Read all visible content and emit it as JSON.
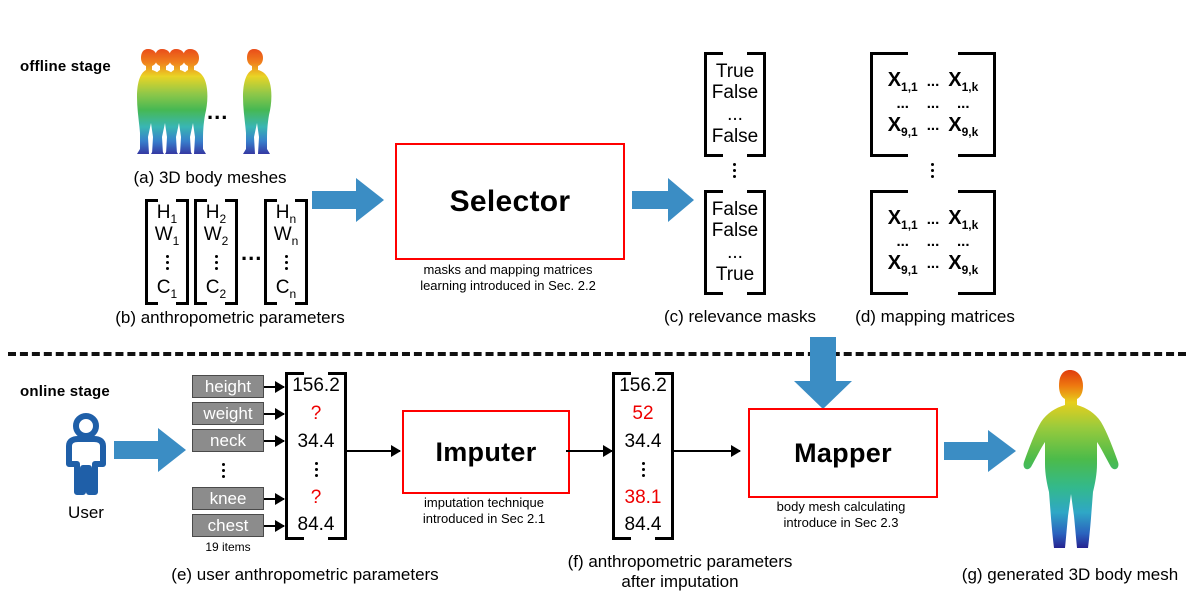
{
  "stages": {
    "offline_label": "offline stage",
    "online_label": "online stage"
  },
  "offline": {
    "meshes": {
      "caption": "(a) 3D body meshes",
      "ellipsis": "..."
    },
    "params": {
      "caption": "(b) anthropometric parameters",
      "ellipsis": "...",
      "columns": [
        {
          "top": "H",
          "topsub": "1",
          "mid": "W",
          "midsub": "1",
          "bottom": "C",
          "bottomsub": "1"
        },
        {
          "top": "H",
          "topsub": "2",
          "mid": "W",
          "midsub": "2",
          "bottom": "C",
          "bottomsub": "2"
        },
        {
          "top": "H",
          "topsub": "n",
          "mid": "W",
          "midsub": "n",
          "bottom": "C",
          "bottomsub": "n"
        }
      ]
    },
    "selector": {
      "title": "Selector",
      "note_line1": "masks and mapping matrices",
      "note_line2": "learning introduced in Sec. 2.2"
    },
    "masks": {
      "caption": "(c) relevance masks",
      "top_box": [
        "True",
        "False",
        "...",
        "False"
      ],
      "bottom_box": [
        "False",
        "False",
        "...",
        "True"
      ]
    },
    "matrices": {
      "caption": "(d) mapping matrices",
      "rows": [
        [
          "X",
          "1,1",
          "...",
          "X",
          "1,k"
        ],
        [
          "...",
          "",
          "...",
          "...",
          ""
        ],
        [
          "X",
          "9,1",
          "...",
          "X",
          "9,k"
        ]
      ]
    }
  },
  "online": {
    "user": {
      "label": "User"
    },
    "user_params": {
      "caption": "(e) user anthropometric parameters",
      "items_note": "19 items",
      "items": [
        "height",
        "weight",
        "neck",
        "knee",
        "chest"
      ],
      "values": [
        {
          "text": "156.2",
          "missing": false
        },
        {
          "text": "?",
          "missing": true
        },
        {
          "text": "34.4",
          "missing": false
        },
        {
          "text": "?",
          "missing": true
        },
        {
          "text": "84.4",
          "missing": false
        }
      ]
    },
    "imputer": {
      "title": "Imputer",
      "note_line1": "imputation technique",
      "note_line2": "introduced in Sec 2.1"
    },
    "imputed_params": {
      "caption_line1": "(f) anthropometric parameters",
      "caption_line2": "after imputation",
      "values": [
        {
          "text": "156.2",
          "imputed": false
        },
        {
          "text": "52",
          "imputed": true
        },
        {
          "text": "34.4",
          "imputed": false
        },
        {
          "text": "38.1",
          "imputed": true
        },
        {
          "text": "84.4",
          "imputed": false
        }
      ]
    },
    "mapper": {
      "title": "Mapper",
      "note_line1": "body mesh calculating",
      "note_line2": "introduce in Sec 2.3"
    },
    "result": {
      "caption": "(g) generated 3D body mesh"
    }
  },
  "colors": {
    "arrow_blue": "#3B8DC4",
    "process_border_red": "#FF0000",
    "missing_value_red": "#EE0000",
    "chip_gray": "#8C8C8C",
    "user_icon_blue": "#1F5FA8"
  },
  "icons": {
    "blue_arrow_right": "arrow-right-icon",
    "blue_arrow_down": "arrow-down-icon",
    "user": "person-icon",
    "body_mesh": "body-mesh-icon"
  }
}
